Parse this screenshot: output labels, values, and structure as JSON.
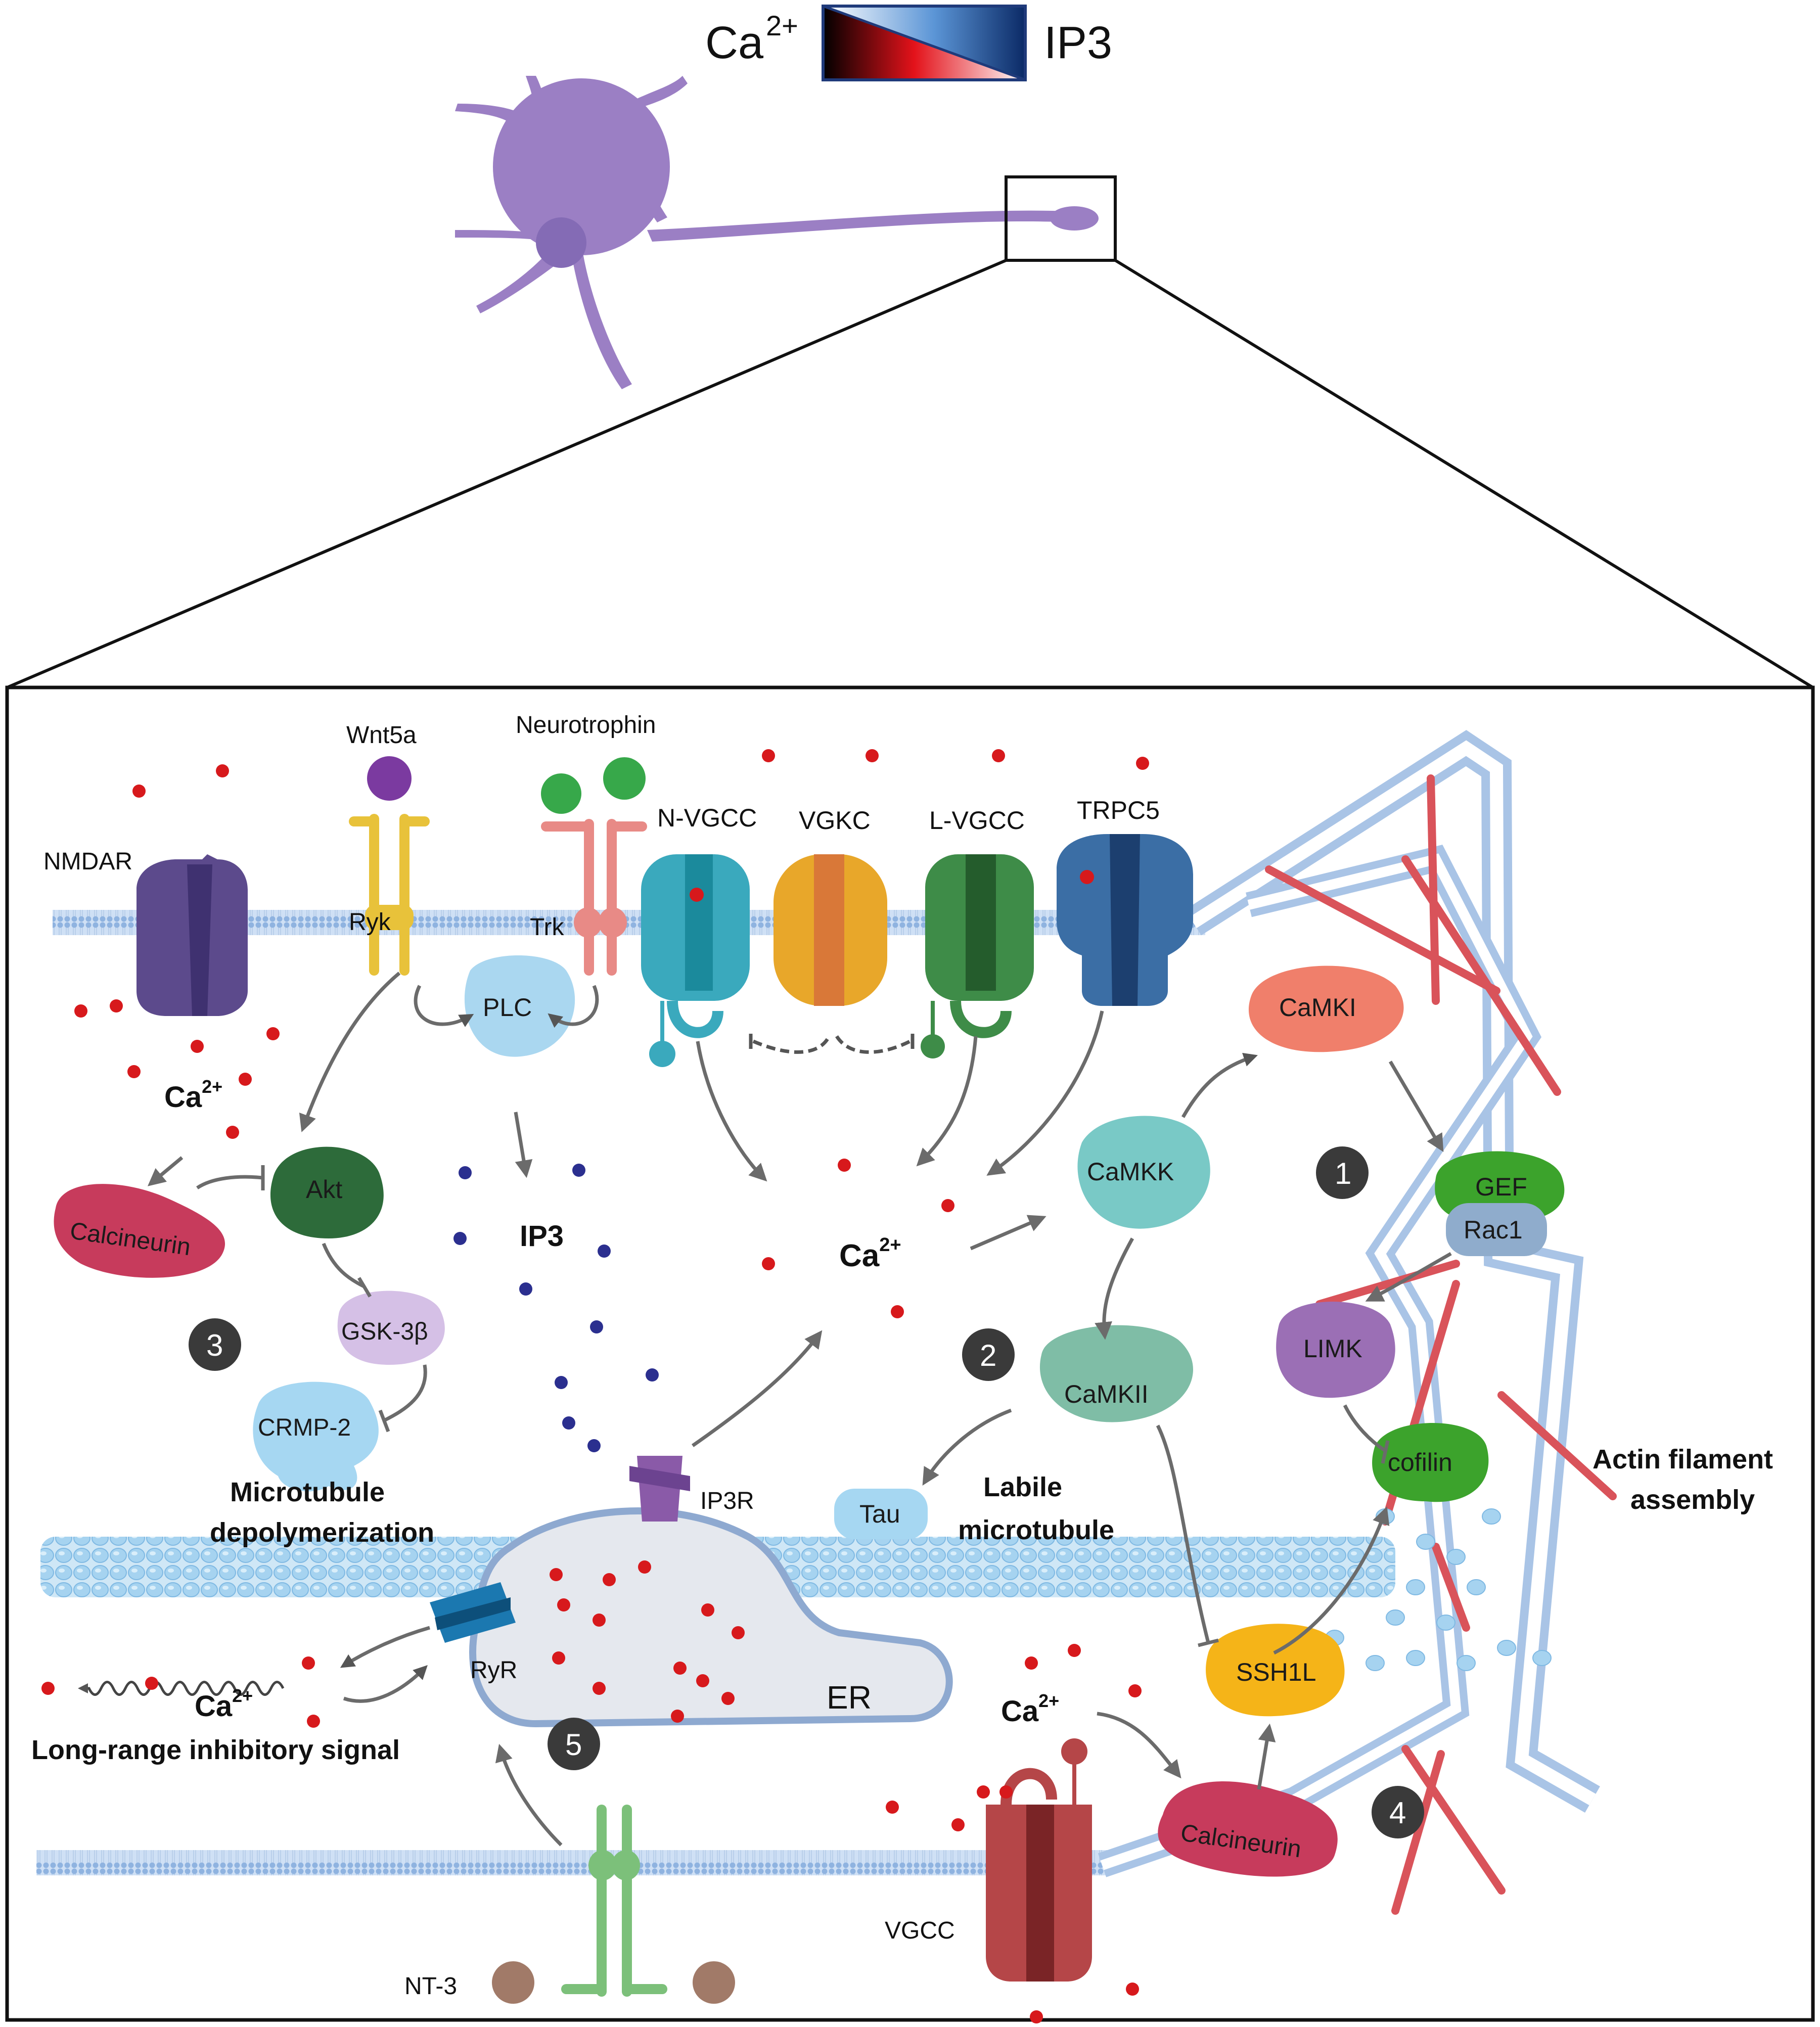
{
  "legend": {
    "ca_label": "Ca",
    "ca_sup": "2+",
    "ip3_label": "IP3"
  },
  "receptors": {
    "nmdar": "NMDAR",
    "wnt5a": "Wnt5a",
    "neurotrophin": "Neurotrophin",
    "ryk": "Ryk",
    "trk": "Trk",
    "n_vgcc": "N-VGCC",
    "vgkc": "VGKC",
    "l_vgcc": "L-VGCC",
    "trpc5": "TRPC5",
    "plc": "PLC",
    "ip3r": "IP3R",
    "ryr": "RyR",
    "vgcc": "VGCC",
    "nt3": "NT-3"
  },
  "signals": {
    "ca_main": "Ca",
    "ca_sup": "2+",
    "ip3": "IP3",
    "calcineurin": "Calcineurin",
    "akt": "Akt",
    "gsk3b": "GSK-3β",
    "crmp2": "CRMP-2",
    "camki": "CaMKI",
    "camkk": "CaMKK",
    "camkii": "CaMKII",
    "gef": "GEF",
    "rac1": "Rac1",
    "limk": "LIMK",
    "cofilin": "cofilin",
    "tau": "Tau",
    "ssh1l": "SSH1L",
    "er": "ER"
  },
  "captions": {
    "microtubule_depol_1": "Microtubule",
    "microtubule_depol_2": "depolymerization",
    "labile_1": "Labile",
    "labile_2": "microtubule",
    "actin_1": "Actin filament",
    "actin_2": "assembly",
    "long_range": "Long-range inhibitory signal"
  },
  "markers": [
    "1",
    "2",
    "3",
    "4",
    "5"
  ],
  "colors": {
    "calcium": "#d7191c",
    "ip3": "#2b2f8f",
    "neuron": "#9b7fc4",
    "membrane": "#a9c4e6",
    "marker": "#3a3a3a"
  }
}
